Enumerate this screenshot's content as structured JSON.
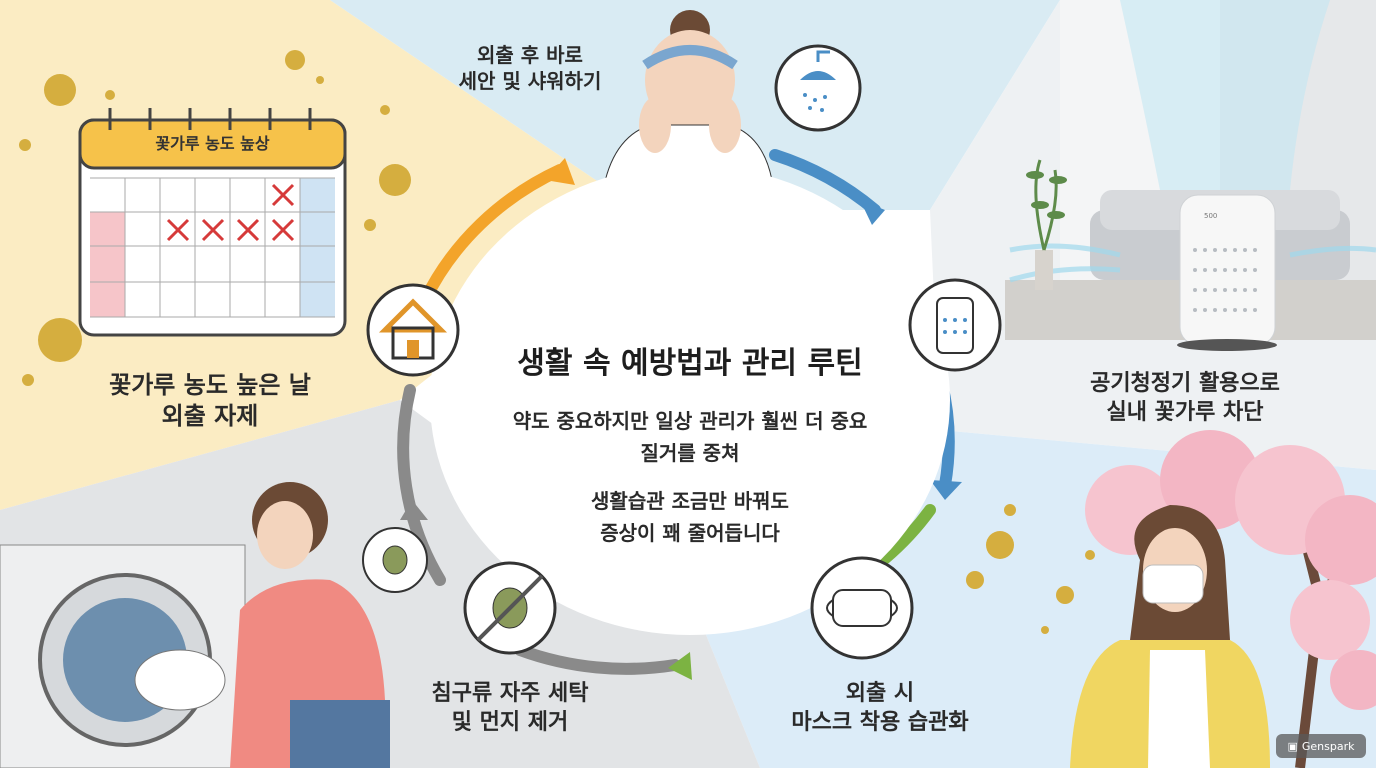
{
  "center": {
    "title": "생활 속 예방법과 관리 루틴",
    "line1": "약도 중요하지만 일상 관리가 훨씬 더 중요",
    "line2": "질거를 중쳐",
    "line3": "생활습관 조금만 바꿔도",
    "line4": "증상이 꽤 줄어듭니다"
  },
  "items": {
    "wash": {
      "line1": "외출 후 바로",
      "line2": "세안 및 샤워하기",
      "icon": "shower-icon"
    },
    "purifier": {
      "line1": "공기청정기 활용으로",
      "line2": "실내 꽃가루 차단",
      "icon": "air-purifier-icon",
      "device_text": "500"
    },
    "mask": {
      "line1": "외출 시",
      "line2": "마스크 착용 습관화",
      "icon": "mask-icon"
    },
    "laundry": {
      "line1": "침구류 자주 세탁",
      "line2": "및 먼지 제거",
      "icon": "dust-mite-icon"
    },
    "stay_home": {
      "line1": "꽃가루 농도 높은 날",
      "line2": "외출 자제",
      "icon": "house-icon",
      "calendar_title": "꽃가루 농도 높상"
    }
  },
  "badge": {
    "label": "Genspark"
  },
  "colors": {
    "wash_bg": "#d9ebf3",
    "purifier_bg": "#e9edf0",
    "mask_bg": "#d9ebf7",
    "laundry_bg": "#dfe2e5",
    "home_bg": "#fbecc3",
    "arrow_orange": "#f3a42a",
    "arrow_blue": "#4a8ec6",
    "arrow_green": "#7cb342",
    "arrow_gray": "#8a8a8a"
  }
}
